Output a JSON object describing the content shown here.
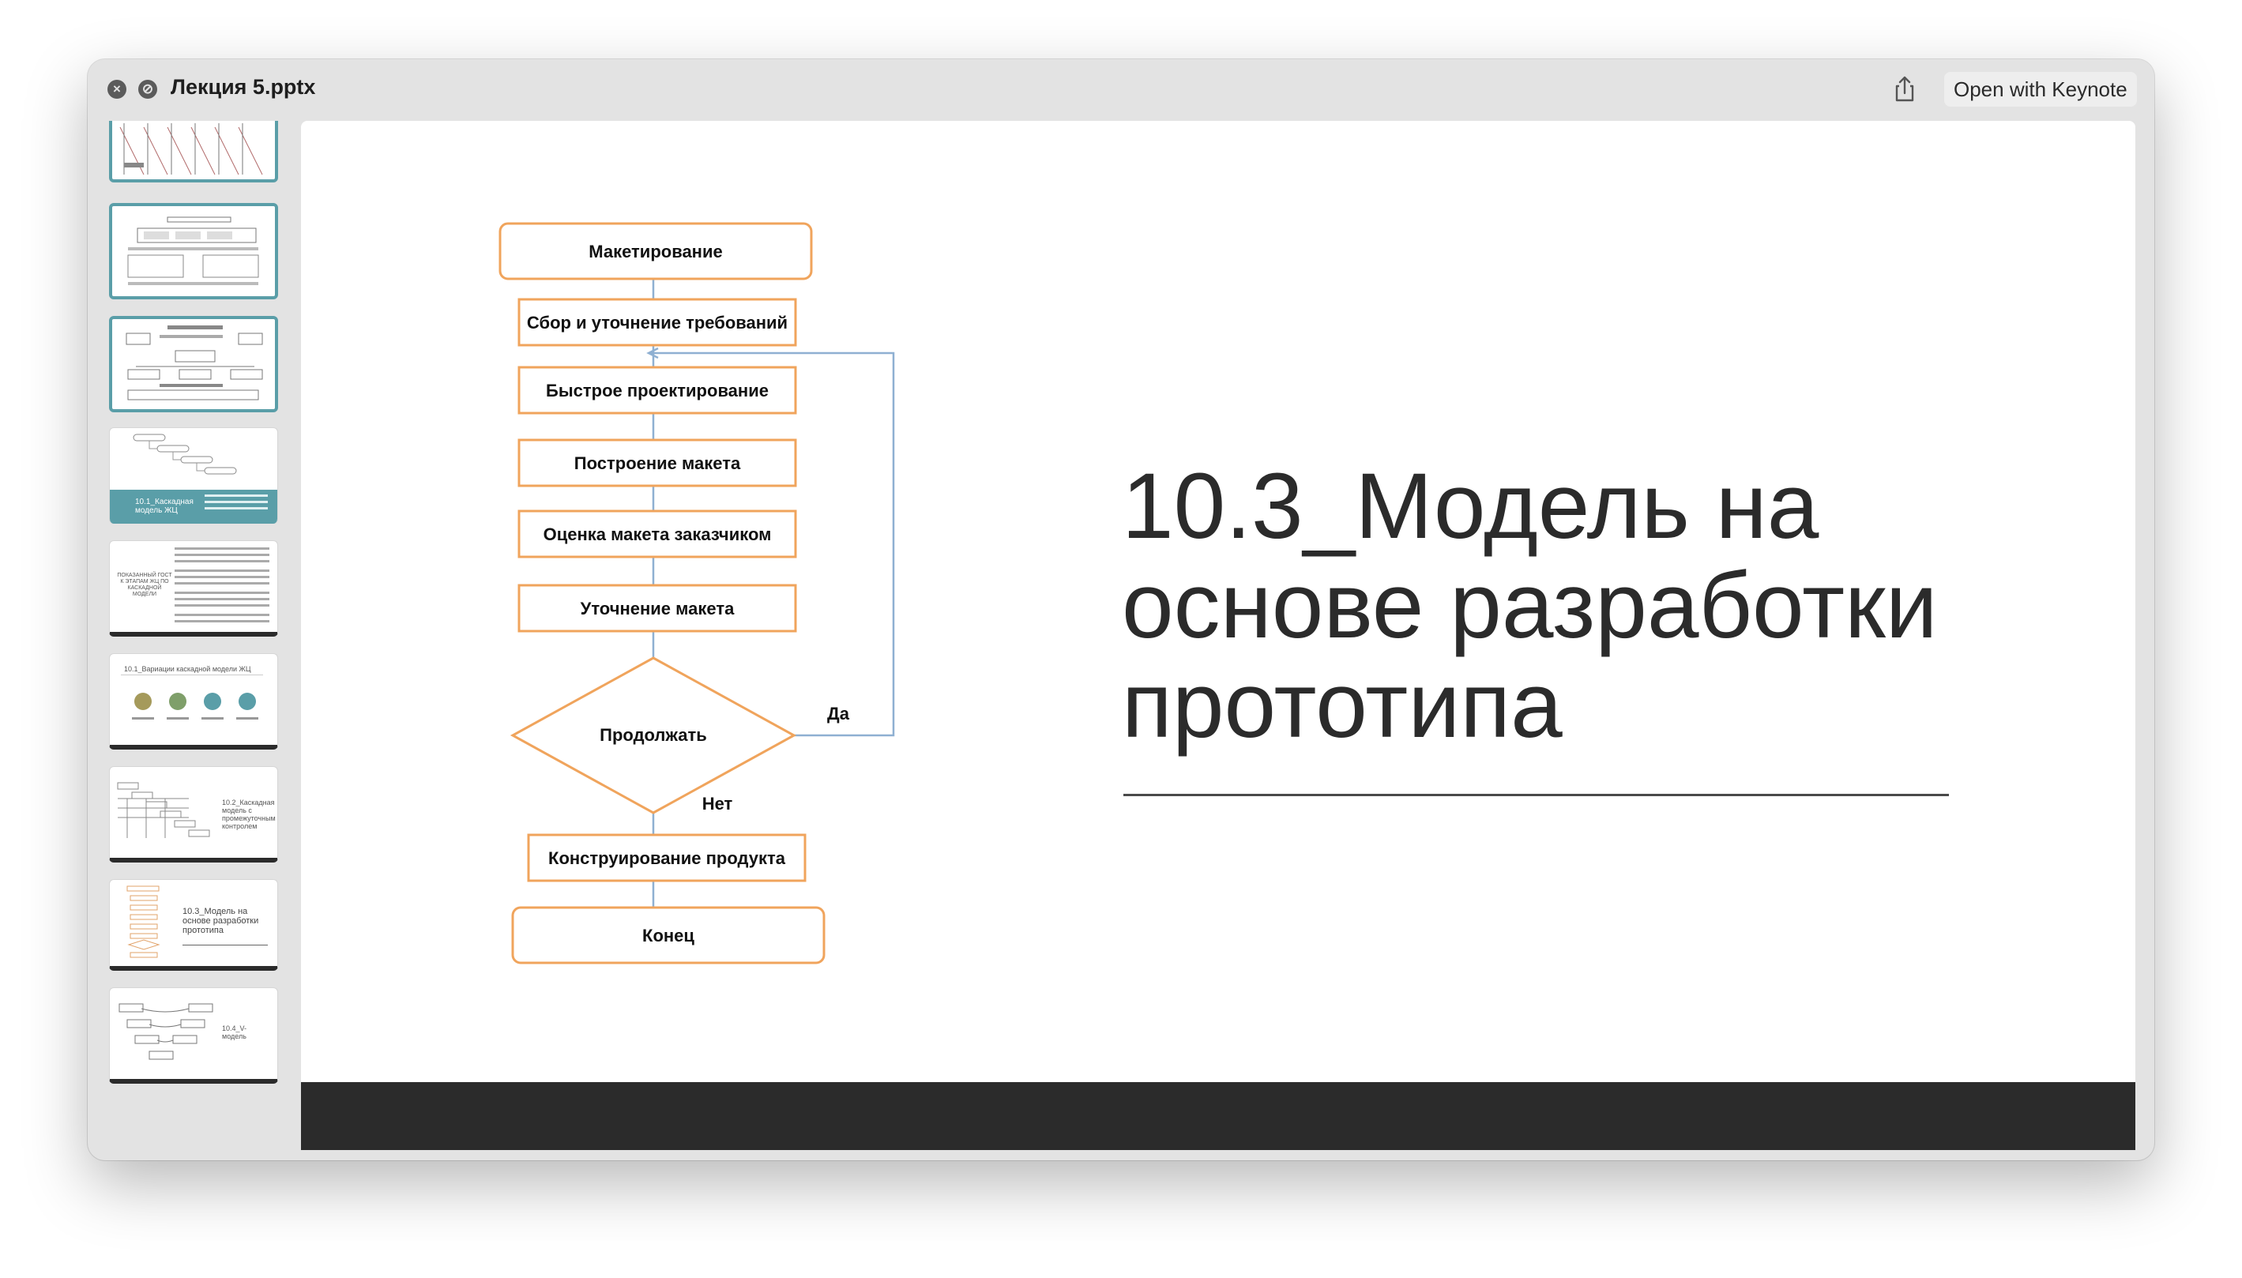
{
  "window": {
    "title": "Лекция 5.pptx",
    "close_icon": "close-icon",
    "fullscreen_icon": "slash-circle-icon",
    "share_icon": "share-icon",
    "open_button": "Open with Keynote"
  },
  "sidebar": {
    "thumbnails": [
      {
        "kind": "flow-diagram",
        "selected": true
      },
      {
        "kind": "table-diagram",
        "selected": true
      },
      {
        "kind": "org-diagram",
        "selected": true
      },
      {
        "kind": "cascade-teal",
        "selected": false,
        "caption": "10.1_Каскадная модель ЖЦ"
      },
      {
        "kind": "text-slide",
        "selected": false,
        "caption": "ПОКАЗАННЫЙ ГОСТ К ЭТАПАМ ЖЦ ПО КАСКАДНОЙ МОДЕЛИ"
      },
      {
        "kind": "icons-slide",
        "selected": false,
        "caption": "10.1_Вариации каскадной модели ЖЦ"
      },
      {
        "kind": "cascade-steps",
        "selected": false,
        "caption": "10.2_Каскадная модель с промежуточным контролем"
      },
      {
        "kind": "prototype",
        "selected": false,
        "caption": "10.3_Модель на основе разработки прототипа"
      },
      {
        "kind": "v-model",
        "selected": false,
        "caption": "10.4_V-модель"
      }
    ]
  },
  "slide": {
    "title": "10.3_Модель на основе разработки прототипа",
    "flowchart": {
      "start": "Макетирование",
      "steps": [
        "Сбор и уточнение требований",
        "Быстрое проектирование",
        "Построение макета",
        "Оценка макета заказчиком",
        "Уточнение макета"
      ],
      "decision": "Продолжать",
      "yes_label": "Да",
      "no_label": "Нет",
      "after": "Конструирование  продукта",
      "end": "Конец"
    },
    "colors": {
      "box_border": "#f0a45c",
      "connector": "#8fb0d2",
      "footer": "#2b2b2b",
      "thumb_selected": "#5a9ea8"
    }
  }
}
